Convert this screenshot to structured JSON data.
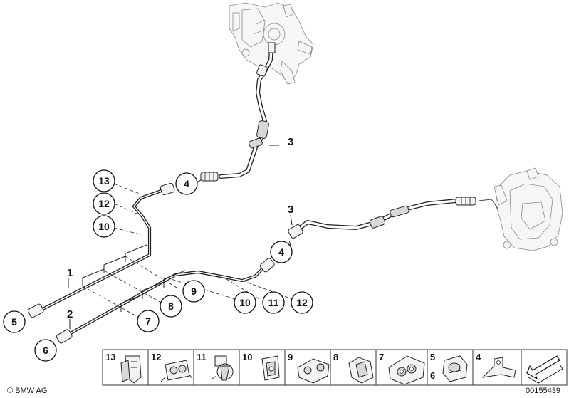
{
  "callouts": {
    "n1": "1",
    "n2": "2",
    "n3_upper": "3",
    "n3_right": "3",
    "n4_upper": "4",
    "n4_right": "4",
    "n5": "5",
    "n6": "6",
    "n7": "7",
    "n8": "8",
    "n9": "9",
    "n10_left": "10",
    "n10_mid": "10",
    "n11": "11",
    "n12_left": "12",
    "n12_right": "12",
    "n13": "13"
  },
  "legend": [
    {
      "label": "13",
      "icon": "clip-icon"
    },
    {
      "label": "12",
      "icon": "pipe-clip-icon"
    },
    {
      "label": "11",
      "icon": "round-clip-icon"
    },
    {
      "label": "10",
      "icon": "mounting-clip-icon"
    },
    {
      "label": "9",
      "icon": "double-clip-icon"
    },
    {
      "label": "8",
      "icon": "hose-clamp-icon"
    },
    {
      "label": "7",
      "icon": "twin-holder-icon"
    },
    {
      "label": "5",
      "label2": "6",
      "icon": "union-nut-icon"
    },
    {
      "label": "4",
      "icon": "bracket-icon"
    },
    {
      "label": "",
      "icon": "arrow-icon"
    }
  ],
  "footer": {
    "copyright": "© BMW AG",
    "diagram_number": "00155439"
  }
}
